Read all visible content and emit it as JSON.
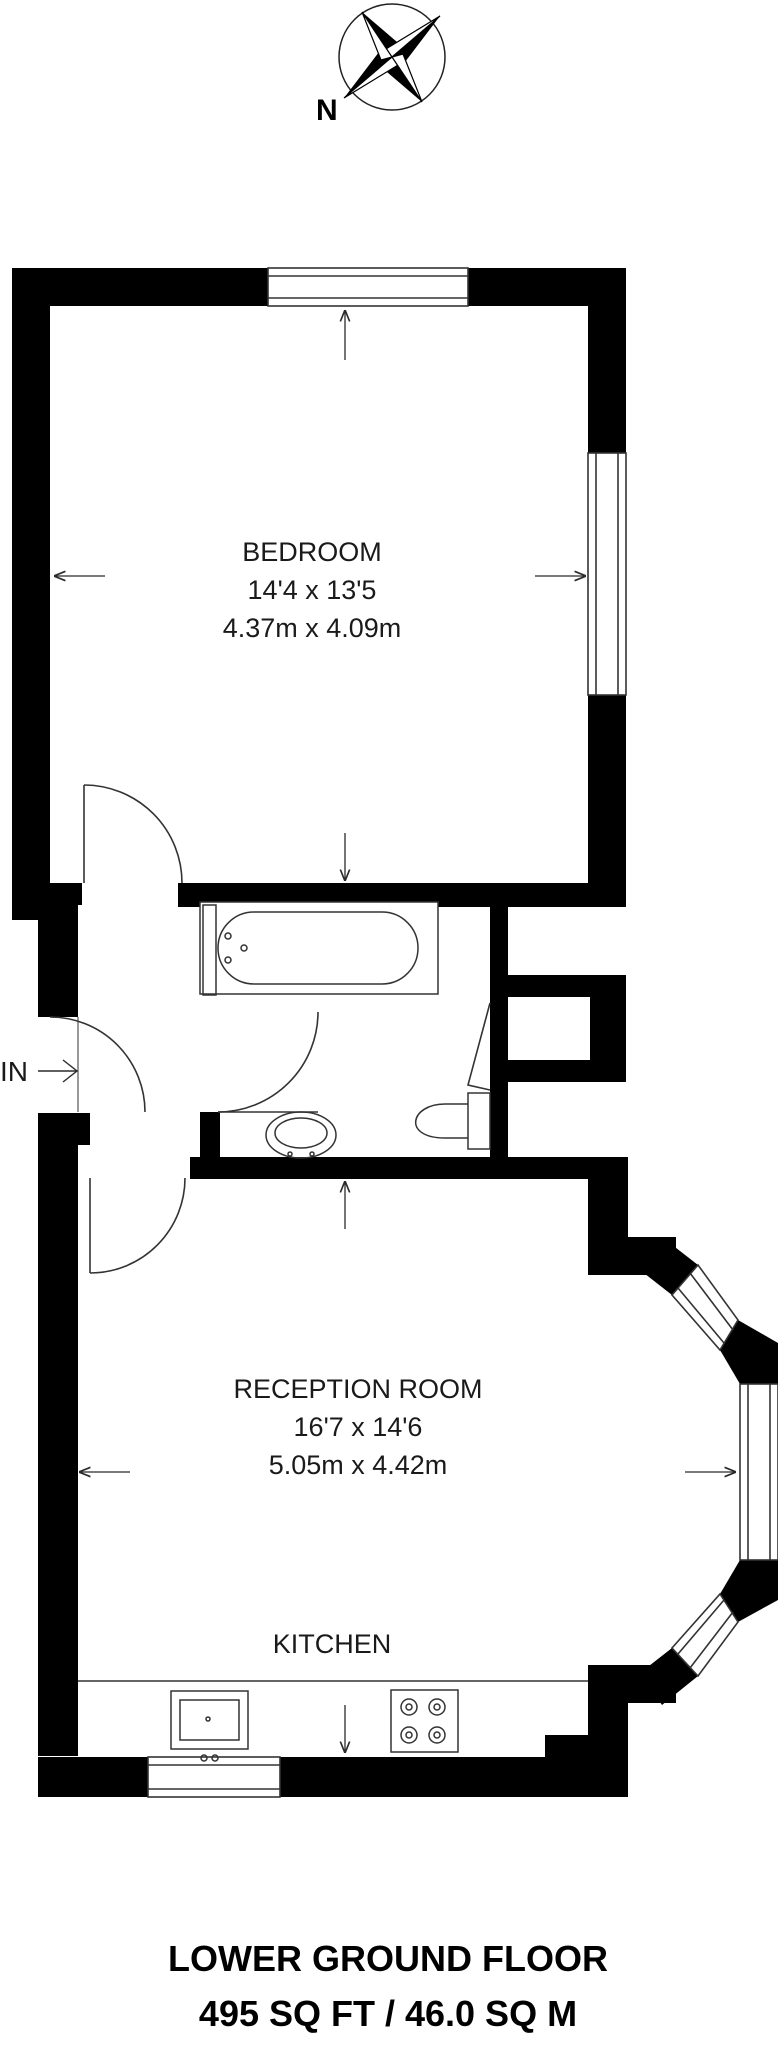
{
  "compass": {
    "label": "N"
  },
  "entrance": {
    "label": "IN"
  },
  "rooms": {
    "bedroom": {
      "name": "BEDROOM",
      "imperial": "14'4 x 13'5",
      "metric": "4.37m x 4.09m"
    },
    "reception": {
      "name": "RECEPTION ROOM",
      "imperial": "16'7 x 14'6",
      "metric": "5.05m x 4.42m"
    },
    "kitchen": {
      "name": "KITCHEN"
    }
  },
  "footer": {
    "floor": "LOWER GROUND FLOOR",
    "area": "495 SQ FT / 46.0 SQ M"
  },
  "colors": {
    "wall": "#000000",
    "line": "#2b2b2b",
    "background": "#ffffff"
  }
}
